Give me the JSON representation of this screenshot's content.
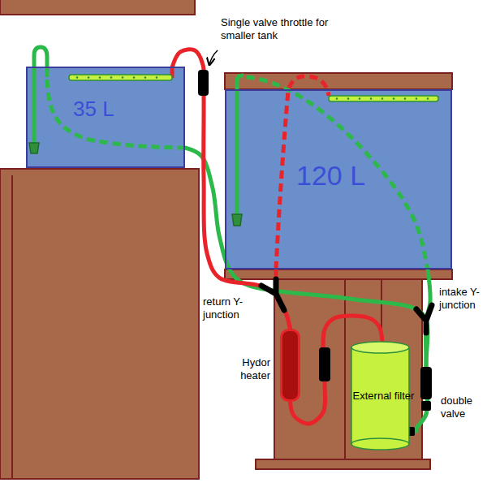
{
  "diagram": {
    "nodes": [
      {
        "text": [
          "35 L"
        ]
      },
      {
        "text": [
          "120 L"
        ]
      },
      {
        "text": [
          "Hydor heater"
        ]
      },
      {
        "text": [
          "External filter"
        ]
      }
    ],
    "edges": [
      {
        "from": 0,
        "to": 3,
        "arrow": "none"
      },
      {
        "from": 1,
        "to": 3,
        "arrow": "none"
      },
      {
        "from": 3,
        "to": 2,
        "arrow": "none"
      },
      {
        "from": 2,
        "to": 0,
        "arrow": "none"
      },
      {
        "from": 2,
        "to": 1,
        "arrow": "none"
      }
    ],
    "labels": [
      "Single valve throttle for smaller tank",
      "return Y-junction",
      "intake Y-junction",
      "double valve"
    ]
  }
}
